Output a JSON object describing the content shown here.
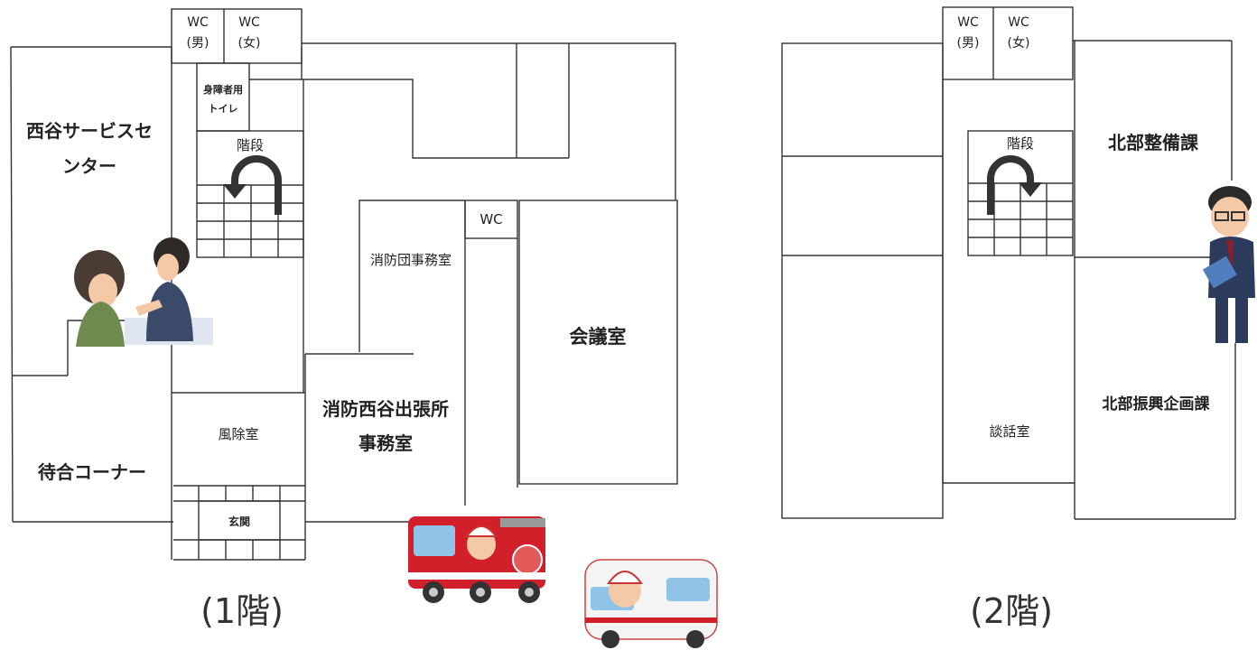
{
  "floor1": {
    "caption": "(1階)",
    "rooms": {
      "wc_men_a": "WC",
      "wc_men_b": "(男)",
      "wc_women_a": "WC",
      "wc_women_b": "(女)",
      "accessible_toilet_a": "身障者用",
      "accessible_toilet_b": "トイレ",
      "stairs": "階段",
      "service_center_a": "西谷サービスセ",
      "service_center_b": "ンター",
      "fire_corps_office": "消防団事務室",
      "wc_small": "WC",
      "meeting_room": "会議室",
      "fire_branch_a": "消防西谷出張所",
      "fire_branch_b": "事務室",
      "windbreak_room": "風除室",
      "waiting_corner": "待合コーナー",
      "entrance": "玄関"
    }
  },
  "floor2": {
    "caption": "(2階)",
    "rooms": {
      "wc_men_a": "WC",
      "wc_men_b": "(男)",
      "wc_women_a": "WC",
      "wc_women_b": "(女)",
      "stairs": "階段",
      "north_maintenance": "北部整備課",
      "north_planning": "北部振興企画課",
      "lounge": "談話室"
    }
  },
  "icons": [
    "reception-people-icon",
    "fire-engine-icon",
    "ambulance-icon",
    "office-worker-icon",
    "u-turn-arrow-icon"
  ]
}
